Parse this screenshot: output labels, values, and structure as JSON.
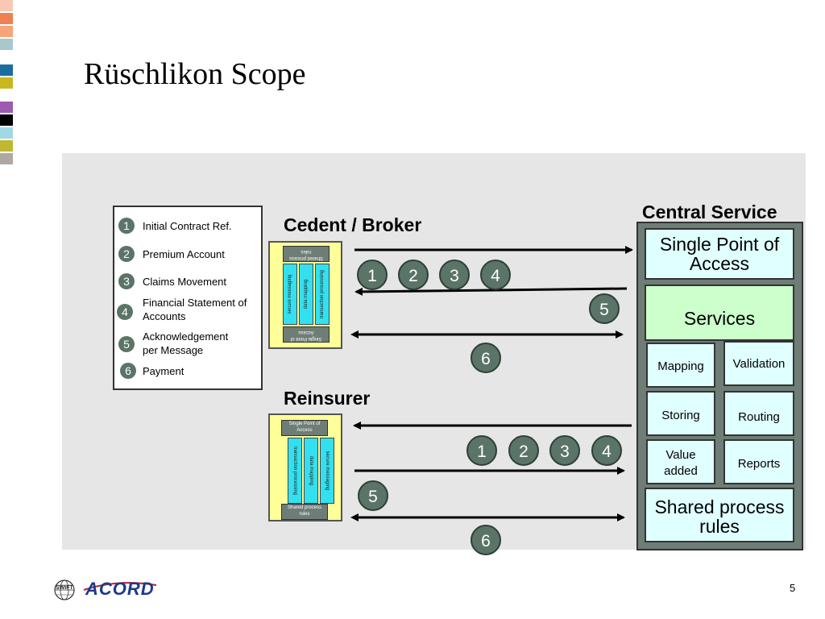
{
  "slide": {
    "title": "Rüschlikon Scope",
    "page_number": "5",
    "logo_text": "ACORD",
    "logo_small_text": "SWIFT"
  },
  "colors": {
    "swatches": [
      "#f8c8b4",
      "#f08050",
      "#f7a47a",
      "#a8c8cc",
      "#1a6e9e",
      "#c8b820",
      "#9c5ab0",
      "#000000",
      "#a0d8e8",
      "#c0b830",
      "#b0a8a0"
    ],
    "panel": "#e6e6e6",
    "circle": "#5b7468",
    "services": "#ccffcc",
    "box": "#e0ffff",
    "mini_doc": "#ffff99",
    "mini_col": "#33e0f0"
  },
  "legend": {
    "items": [
      {
        "num": "1",
        "label": "Initial Contract Ref."
      },
      {
        "num": "2",
        "label": "Premium Account"
      },
      {
        "num": "3",
        "label": "Claims Movement"
      },
      {
        "num": "4",
        "label": "Financial Statement of Accounts"
      },
      {
        "num": "5",
        "label": "Acknowledgement per Message"
      },
      {
        "num": "6",
        "label": "Payment"
      }
    ]
  },
  "cedent": {
    "title": "Cedent / Broker",
    "mini": {
      "header": "Single Point of Access",
      "footer": "Shared process rules",
      "columns": [
        "transaction processing",
        "data mapping",
        "secure messaging"
      ]
    },
    "circles": [
      "1",
      "2",
      "3",
      "4",
      "5",
      "6"
    ]
  },
  "reinsurer": {
    "title": "Reinsurer",
    "mini": {
      "header": "Single Point of Access",
      "footer": "Shared process rules",
      "columns": [
        "transaction processing",
        "data mapping",
        "secure messaging"
      ]
    },
    "circles": [
      "1",
      "2",
      "3",
      "4",
      "5",
      "6"
    ]
  },
  "central": {
    "title": "Central Service",
    "single_point": "Single Point of Access",
    "services": "Services",
    "mapping": "Mapping",
    "validation": "Validation",
    "storing": "Storing",
    "routing": "Routing",
    "value_added": "Value added",
    "reports": "Reports",
    "shared": "Shared process rules"
  }
}
